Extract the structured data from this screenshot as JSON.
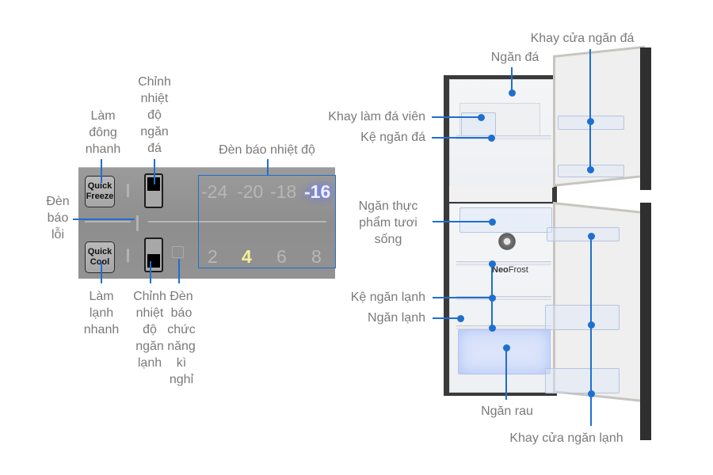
{
  "panel": {
    "quick_freeze": "Quick\nFreeze",
    "quick_cool": "Quick\nCool",
    "freezer_temps": [
      "-24",
      "-20",
      "-18",
      "-16"
    ],
    "fridge_temps": [
      "2",
      "4",
      "6",
      "8"
    ],
    "active_freezer_temp": "-16",
    "active_fridge_temp": "4"
  },
  "labels": {
    "quick_freeze": "Làm\nđông\nnhanh",
    "freezer_adjust": "Chỉnh\nnhiệt\nđộ\nngăn\nđá",
    "temp_indicator": "Đèn báo nhiệt độ",
    "error_light": "Đèn\nbáo\nlỗi",
    "quick_cool": "Làm\nlạnh\nnhanh",
    "fridge_adjust": "Chỉnh\nnhiệt\nđộ\nngăn\nlạnh",
    "holiday_light": "Đèn\nbáo\nchức\nnăng\nkì\nnghỉ",
    "freezer_door_tray": "Khay cửa ngăn đá",
    "freezer": "Ngăn đá",
    "ice_tray": "Khay làm đá viên",
    "freezer_shelf": "Kệ ngăn đá",
    "fresh_food": "Ngăn thực\nphẩm tươi\nsống",
    "fridge_shelf": "Kệ ngăn lạnh",
    "fridge": "Ngăn lạnh",
    "vegetable": "Ngăn rau",
    "fridge_door_tray": "Khay cửa ngăn lạnh"
  },
  "brand_text": {
    "neo": "Neo",
    "frost": "Frost"
  },
  "colors": {
    "accent": "#1e6fd0",
    "label": "#7a7a7a",
    "panel": "#959595"
  }
}
